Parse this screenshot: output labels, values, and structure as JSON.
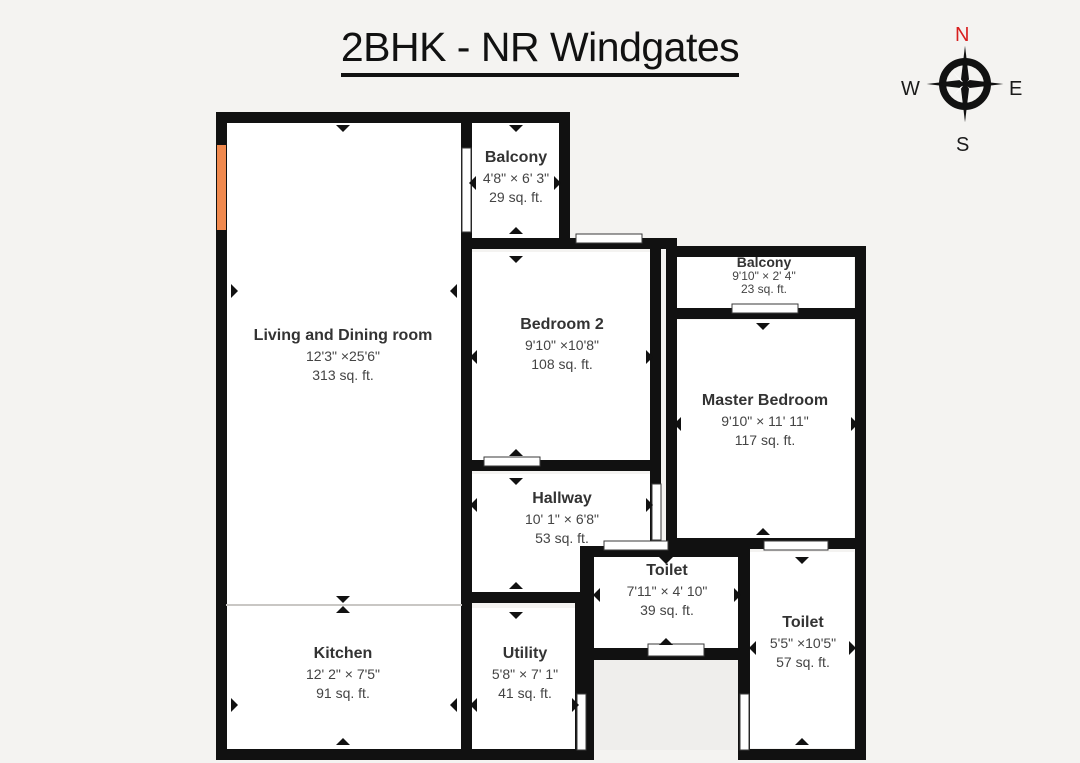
{
  "title": {
    "text": "2BHK - NR Windgates"
  },
  "compass": {
    "north": "N",
    "south": "S",
    "east": "E",
    "west": "W",
    "north_color": "#d81f1f",
    "body_color": "#111111",
    "icon": "compass-rose-icon"
  },
  "colors": {
    "background": "#f4f3f1",
    "wall": "#111111",
    "room_fill": "#ffffff",
    "entry_door": "#f0894e",
    "void_fill": "#efeeec",
    "text": "#3a3a3a"
  },
  "rooms": [
    {
      "key": "living_dining",
      "name": "Living and Dining room",
      "dimensions": "12'3\" ×25'6\"",
      "area": "313 sq. ft."
    },
    {
      "key": "balcony_north",
      "name": "Balcony",
      "dimensions": "4'8\" × 6' 3\"",
      "area": "29 sq. ft."
    },
    {
      "key": "bedroom_2",
      "name": "Bedroom 2",
      "dimensions": "9'10\" ×10'8\"",
      "area": "108 sq. ft."
    },
    {
      "key": "balcony_east",
      "name": "Balcony",
      "dimensions": "9'10\" × 2' 4\"",
      "area": "23 sq. ft."
    },
    {
      "key": "master_bedroom",
      "name": "Master Bedroom",
      "dimensions": "9'10\" × 11' 11\"",
      "area": "117 sq. ft."
    },
    {
      "key": "hallway",
      "name": "Hallway",
      "dimensions": "10' 1\" × 6'8\"",
      "area": "53 sq. ft."
    },
    {
      "key": "toilet_1",
      "name": "Toilet",
      "dimensions": "7'11\" × 4' 10\"",
      "area": "39 sq. ft."
    },
    {
      "key": "toilet_2",
      "name": "Toilet",
      "dimensions": "5'5\" ×10'5\"",
      "area": "57 sq. ft."
    },
    {
      "key": "kitchen",
      "name": "Kitchen",
      "dimensions": "12' 2\" × 7'5\"",
      "area": "91 sq. ft."
    },
    {
      "key": "utility",
      "name": "Utility",
      "dimensions": "5'8\" × 7' 1\"",
      "area": "41 sq. ft."
    }
  ]
}
